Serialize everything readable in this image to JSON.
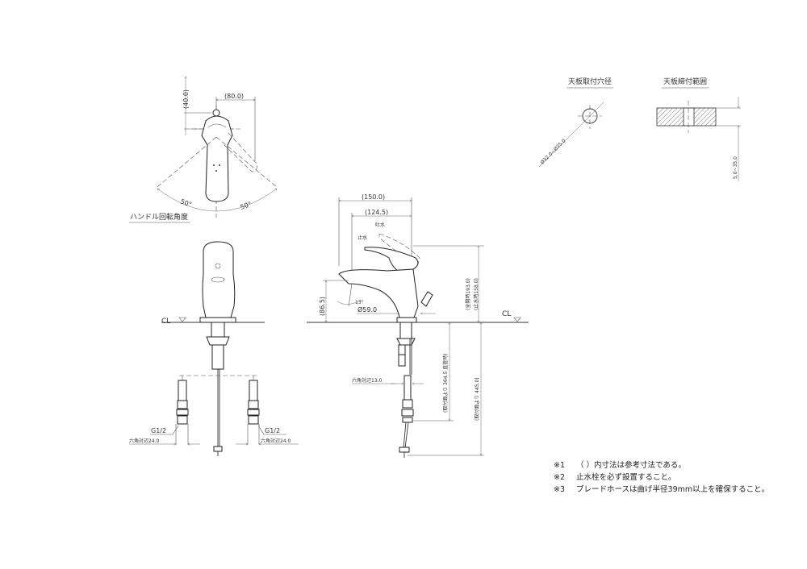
{
  "top_view": {
    "dim_height": "(40.0)",
    "dim_width": "(80.0)",
    "angle_left": "50°",
    "angle_right": "50°",
    "caption": "ハンドル回転角度"
  },
  "front_view": {
    "cl_label": "CL",
    "thread_left": "G1/2",
    "thread_right": "G1/2",
    "hex_left": "六角対辺24.0",
    "hex_right": "六角対辺24.0"
  },
  "side_view": {
    "dim_total_reach": "(150.0)",
    "dim_spout_reach": "(124.5)",
    "label_discharge": "吐水",
    "label_stop": "止水",
    "dim_spout_height": "(86.5)",
    "angle": "13°",
    "dim_base_dia": "Ø59.0",
    "dim_height_open": "(全開時193.0)",
    "dim_height_closed": "(止水時158.0)",
    "cl_label": "CL",
    "hex_shank": "六角対辺13.0",
    "dim_hose_min": "(取付面より 364.5 直管時)",
    "dim_hose_total": "(取付面より 445.0)"
  },
  "mount_hole": {
    "title": "天板取付穴径",
    "dim": "Ø32.0~Ø35.0"
  },
  "clamp_range": {
    "title": "天板締付範囲",
    "dim": "5.0~35.0"
  },
  "notes": [
    {
      "mark": "※1",
      "text": "（  ）内寸法は参考寸法である。"
    },
    {
      "mark": "※2",
      "text": "止水栓を必ず設置すること。"
    },
    {
      "mark": "※3",
      "text": "ブレードホースは曲げ半径39mm以上を確保すること。"
    }
  ]
}
